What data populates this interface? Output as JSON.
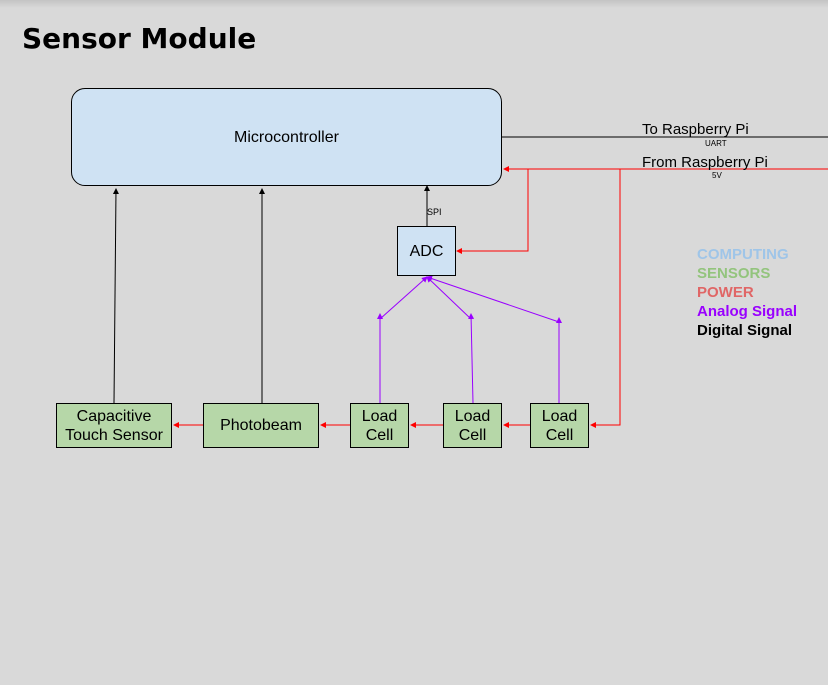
{
  "title": "Sensor Module",
  "blocks": {
    "microcontroller": "Microcontroller",
    "adc": "ADC",
    "capacitive": "Capacitive\nTouch Sensor",
    "photobeam": "Photobeam",
    "load_cell_1": "Load\nCell",
    "load_cell_2": "Load\nCell",
    "load_cell_3": "Load\nCell"
  },
  "connections": {
    "to_pi": "To Raspberry Pi",
    "uart": "UART",
    "from_pi": "From Raspberry Pi",
    "five_v": "5V",
    "spi": "SPI"
  },
  "legend": [
    {
      "label": "COMPUTING",
      "color": "#9fc5e8"
    },
    {
      "label": "SENSORS",
      "color": "#93c47d"
    },
    {
      "label": "POWER",
      "color": "#e06666"
    },
    {
      "label": "Analog Signal",
      "color": "#9900ff"
    },
    {
      "label": "Digital Signal",
      "color": "#000000"
    }
  ],
  "colors": {
    "computing_fill": "#cfe2f3",
    "sensor_fill": "#b6d7a8",
    "power_wire": "#ff0000",
    "analog_wire": "#9900ff",
    "digital_wire": "#000000"
  }
}
